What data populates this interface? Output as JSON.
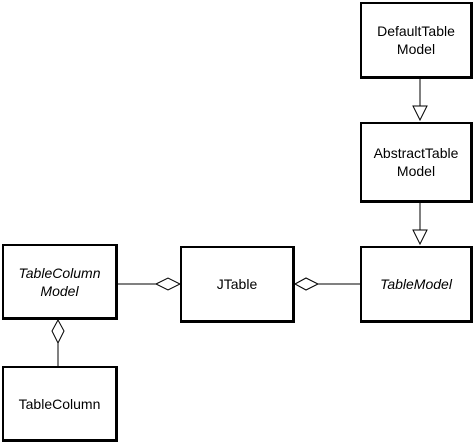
{
  "classes": {
    "default_table_model": {
      "line1": "DefaultTable",
      "line2": "Model"
    },
    "abstract_table_model": {
      "line1": "AbstractTable",
      "line2": "Model"
    },
    "table_model": {
      "line1": "TableModel"
    },
    "jtable": {
      "line1": "JTable"
    },
    "table_column_model": {
      "line1": "TableColumn",
      "line2": "Model"
    },
    "table_column": {
      "line1": "TableColumn"
    }
  },
  "relations": [
    {
      "from": "default_table_model",
      "to": "abstract_table_model",
      "type": "inheritance"
    },
    {
      "from": "abstract_table_model",
      "to": "table_model",
      "type": "implementation"
    },
    {
      "from": "table_model",
      "to": "jtable",
      "type": "aggregation"
    },
    {
      "from": "table_column_model",
      "to": "jtable",
      "type": "aggregation"
    },
    {
      "from": "table_column",
      "to": "table_column_model",
      "type": "aggregation"
    }
  ]
}
